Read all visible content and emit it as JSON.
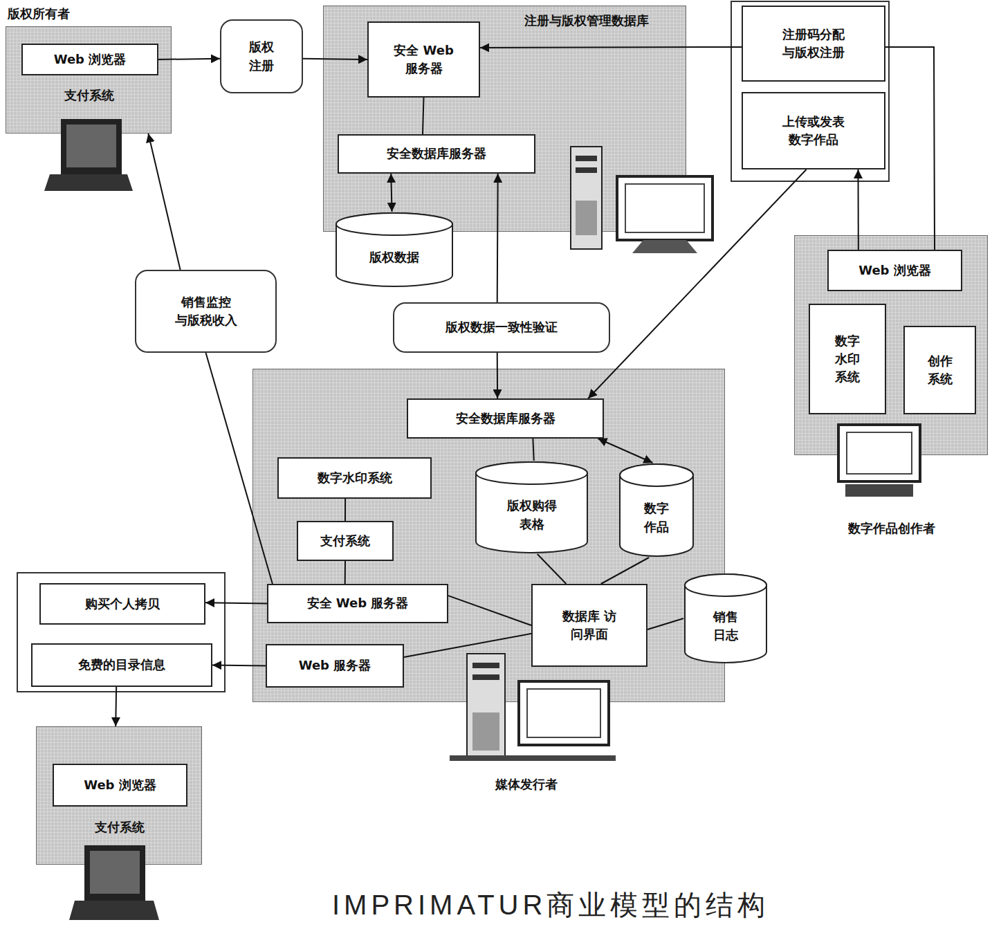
{
  "diagram": {
    "caption": "IMPRIMATUR商业模型的结构",
    "nodes": [
      {
        "text": [
          "版权所有者",
          "支付系统"
        ]
      },
      {
        "text": [
          "Web 浏览器"
        ],
        "in": 0
      },
      {
        "text": [
          "版权 注册"
        ]
      },
      {
        "text": [
          "注册与版权管理数据库"
        ]
      },
      {
        "text": [
          "安全 Web 服务器"
        ],
        "in": 3
      },
      {
        "text": [
          "安全数据库服务器"
        ],
        "in": 3
      },
      {
        "text": [
          "版权数据"
        ],
        "in": 3
      },
      {
        "text": [
          "注册码分配 与版权注册"
        ]
      },
      {
        "text": [
          "上传或发表 数字作品"
        ]
      },
      {
        "text": [
          "版权数据一致性验证"
        ]
      },
      {
        "text": [
          "销售监控 与版税收入"
        ]
      },
      {
        "text": [
          "媒体发行者"
        ]
      },
      {
        "text": [
          "安全数据库服务器"
        ],
        "in": 11
      },
      {
        "text": [
          "数字水印系统"
        ],
        "in": 11
      },
      {
        "text": [
          "版权购得 表格"
        ],
        "in": 11
      },
      {
        "text": [
          "数字 作品"
        ],
        "in": 11
      },
      {
        "text": [
          "支付系统"
        ],
        "in": 11
      },
      {
        "text": [
          "安全 Web 服务器"
        ],
        "in": 11
      },
      {
        "text": [
          "数据库 访问界面"
        ],
        "in": 11
      },
      {
        "text": [
          "Web 服务器"
        ],
        "in": 11
      },
      {
        "text": [
          "销售 日志"
        ]
      },
      {
        "text": [
          "购买个人拷贝"
        ]
      },
      {
        "text": [
          "免费的目录信息"
        ]
      },
      {
        "text": [
          "支付系统"
        ]
      },
      {
        "text": [
          "Web 浏览器"
        ],
        "in": 23
      },
      {
        "text": [
          "数字作品创作者"
        ]
      },
      {
        "text": [
          "Web 浏览器"
        ],
        "in": 25
      },
      {
        "text": [
          "数字 水印 系统"
        ],
        "in": 25
      },
      {
        "text": [
          "创作 系统"
        ],
        "in": 25
      }
    ],
    "edges": [
      {
        "from": 1,
        "to": 2,
        "arrow": "to"
      },
      {
        "from": 2,
        "to": 4,
        "arrow": "to"
      },
      {
        "from": 7,
        "to": 4,
        "arrow": "to"
      },
      {
        "from": 26,
        "to": 7,
        "arrow": "none"
      },
      {
        "from": 26,
        "to": 8,
        "arrow": "to"
      },
      {
        "from": 8,
        "to": 12,
        "arrow": "to"
      },
      {
        "from": 5,
        "to": 6,
        "arrow": "both"
      },
      {
        "from": 4,
        "to": 5,
        "arrow": "none"
      },
      {
        "from": 9,
        "to": 5,
        "arrow": "to"
      },
      {
        "from": 9,
        "to": 12,
        "arrow": "to"
      },
      {
        "from": 15,
        "to": 12,
        "arrow": "both"
      },
      {
        "from": 12,
        "to": 14,
        "arrow": "none"
      },
      {
        "from": 13,
        "to": 16,
        "arrow": "none"
      },
      {
        "from": 16,
        "to": 17,
        "arrow": "none"
      },
      {
        "from": 17,
        "to": 21,
        "arrow": "to"
      },
      {
        "from": 19,
        "to": 22,
        "arrow": "to"
      },
      {
        "from": 17,
        "to": 18,
        "arrow": "none"
      },
      {
        "from": 19,
        "to": 18,
        "arrow": "none"
      },
      {
        "from": 14,
        "to": 18,
        "arrow": "none"
      },
      {
        "from": 15,
        "to": 18,
        "arrow": "none"
      },
      {
        "from": 18,
        "to": 20,
        "arrow": "none"
      },
      {
        "from": 17,
        "to": 10,
        "arrow": "none"
      },
      {
        "from": 10,
        "to": 0,
        "arrow": "to"
      },
      {
        "from": 22,
        "to": 23,
        "arrow": "to"
      }
    ]
  }
}
